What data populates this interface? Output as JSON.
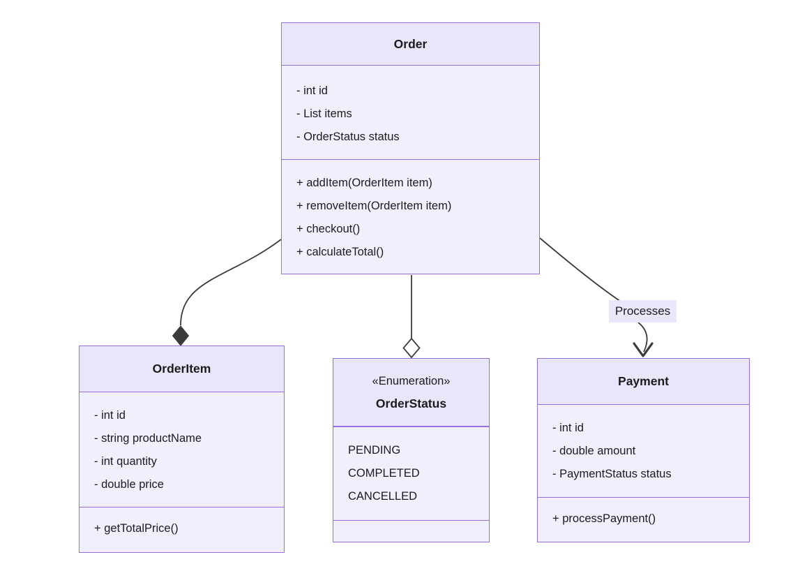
{
  "diagram": {
    "kind": "uml-class-diagram",
    "colors": {
      "box_header_fill": "#e9e6f9",
      "box_body_fill": "#f1effc",
      "box_border": "#9370db",
      "edge_color": "#3b3b3b",
      "text_color": "#1c1b1e",
      "edge_label_bg": "#e9e6f9"
    },
    "classes": {
      "order": {
        "title": "Order",
        "attributes": [
          "- int id",
          "- List items",
          "- OrderStatus status"
        ],
        "methods": [
          "+ addItem(OrderItem item)",
          "+ removeItem(OrderItem item)",
          "+ checkout()",
          "+ calculateTotal()"
        ]
      },
      "order_item": {
        "title": "OrderItem",
        "attributes": [
          "- int id",
          "- string productName",
          "- int quantity",
          "- double price"
        ],
        "methods": [
          "+ getTotalPrice()"
        ]
      },
      "order_status": {
        "stereotype": "«Enumeration»",
        "title": "OrderStatus",
        "values": [
          "PENDING",
          "COMPLETED",
          "CANCELLED"
        ]
      },
      "payment": {
        "title": "Payment",
        "attributes": [
          "- int id",
          "- double amount",
          "- PaymentStatus status"
        ],
        "methods": [
          "+ processPayment()"
        ]
      }
    },
    "relationships": [
      {
        "from": "Order",
        "to": "OrderItem",
        "type": "composition",
        "label": ""
      },
      {
        "from": "Order",
        "to": "OrderStatus",
        "type": "aggregation",
        "label": ""
      },
      {
        "from": "Order",
        "to": "Payment",
        "type": "association",
        "label": "Processes"
      }
    ]
  }
}
